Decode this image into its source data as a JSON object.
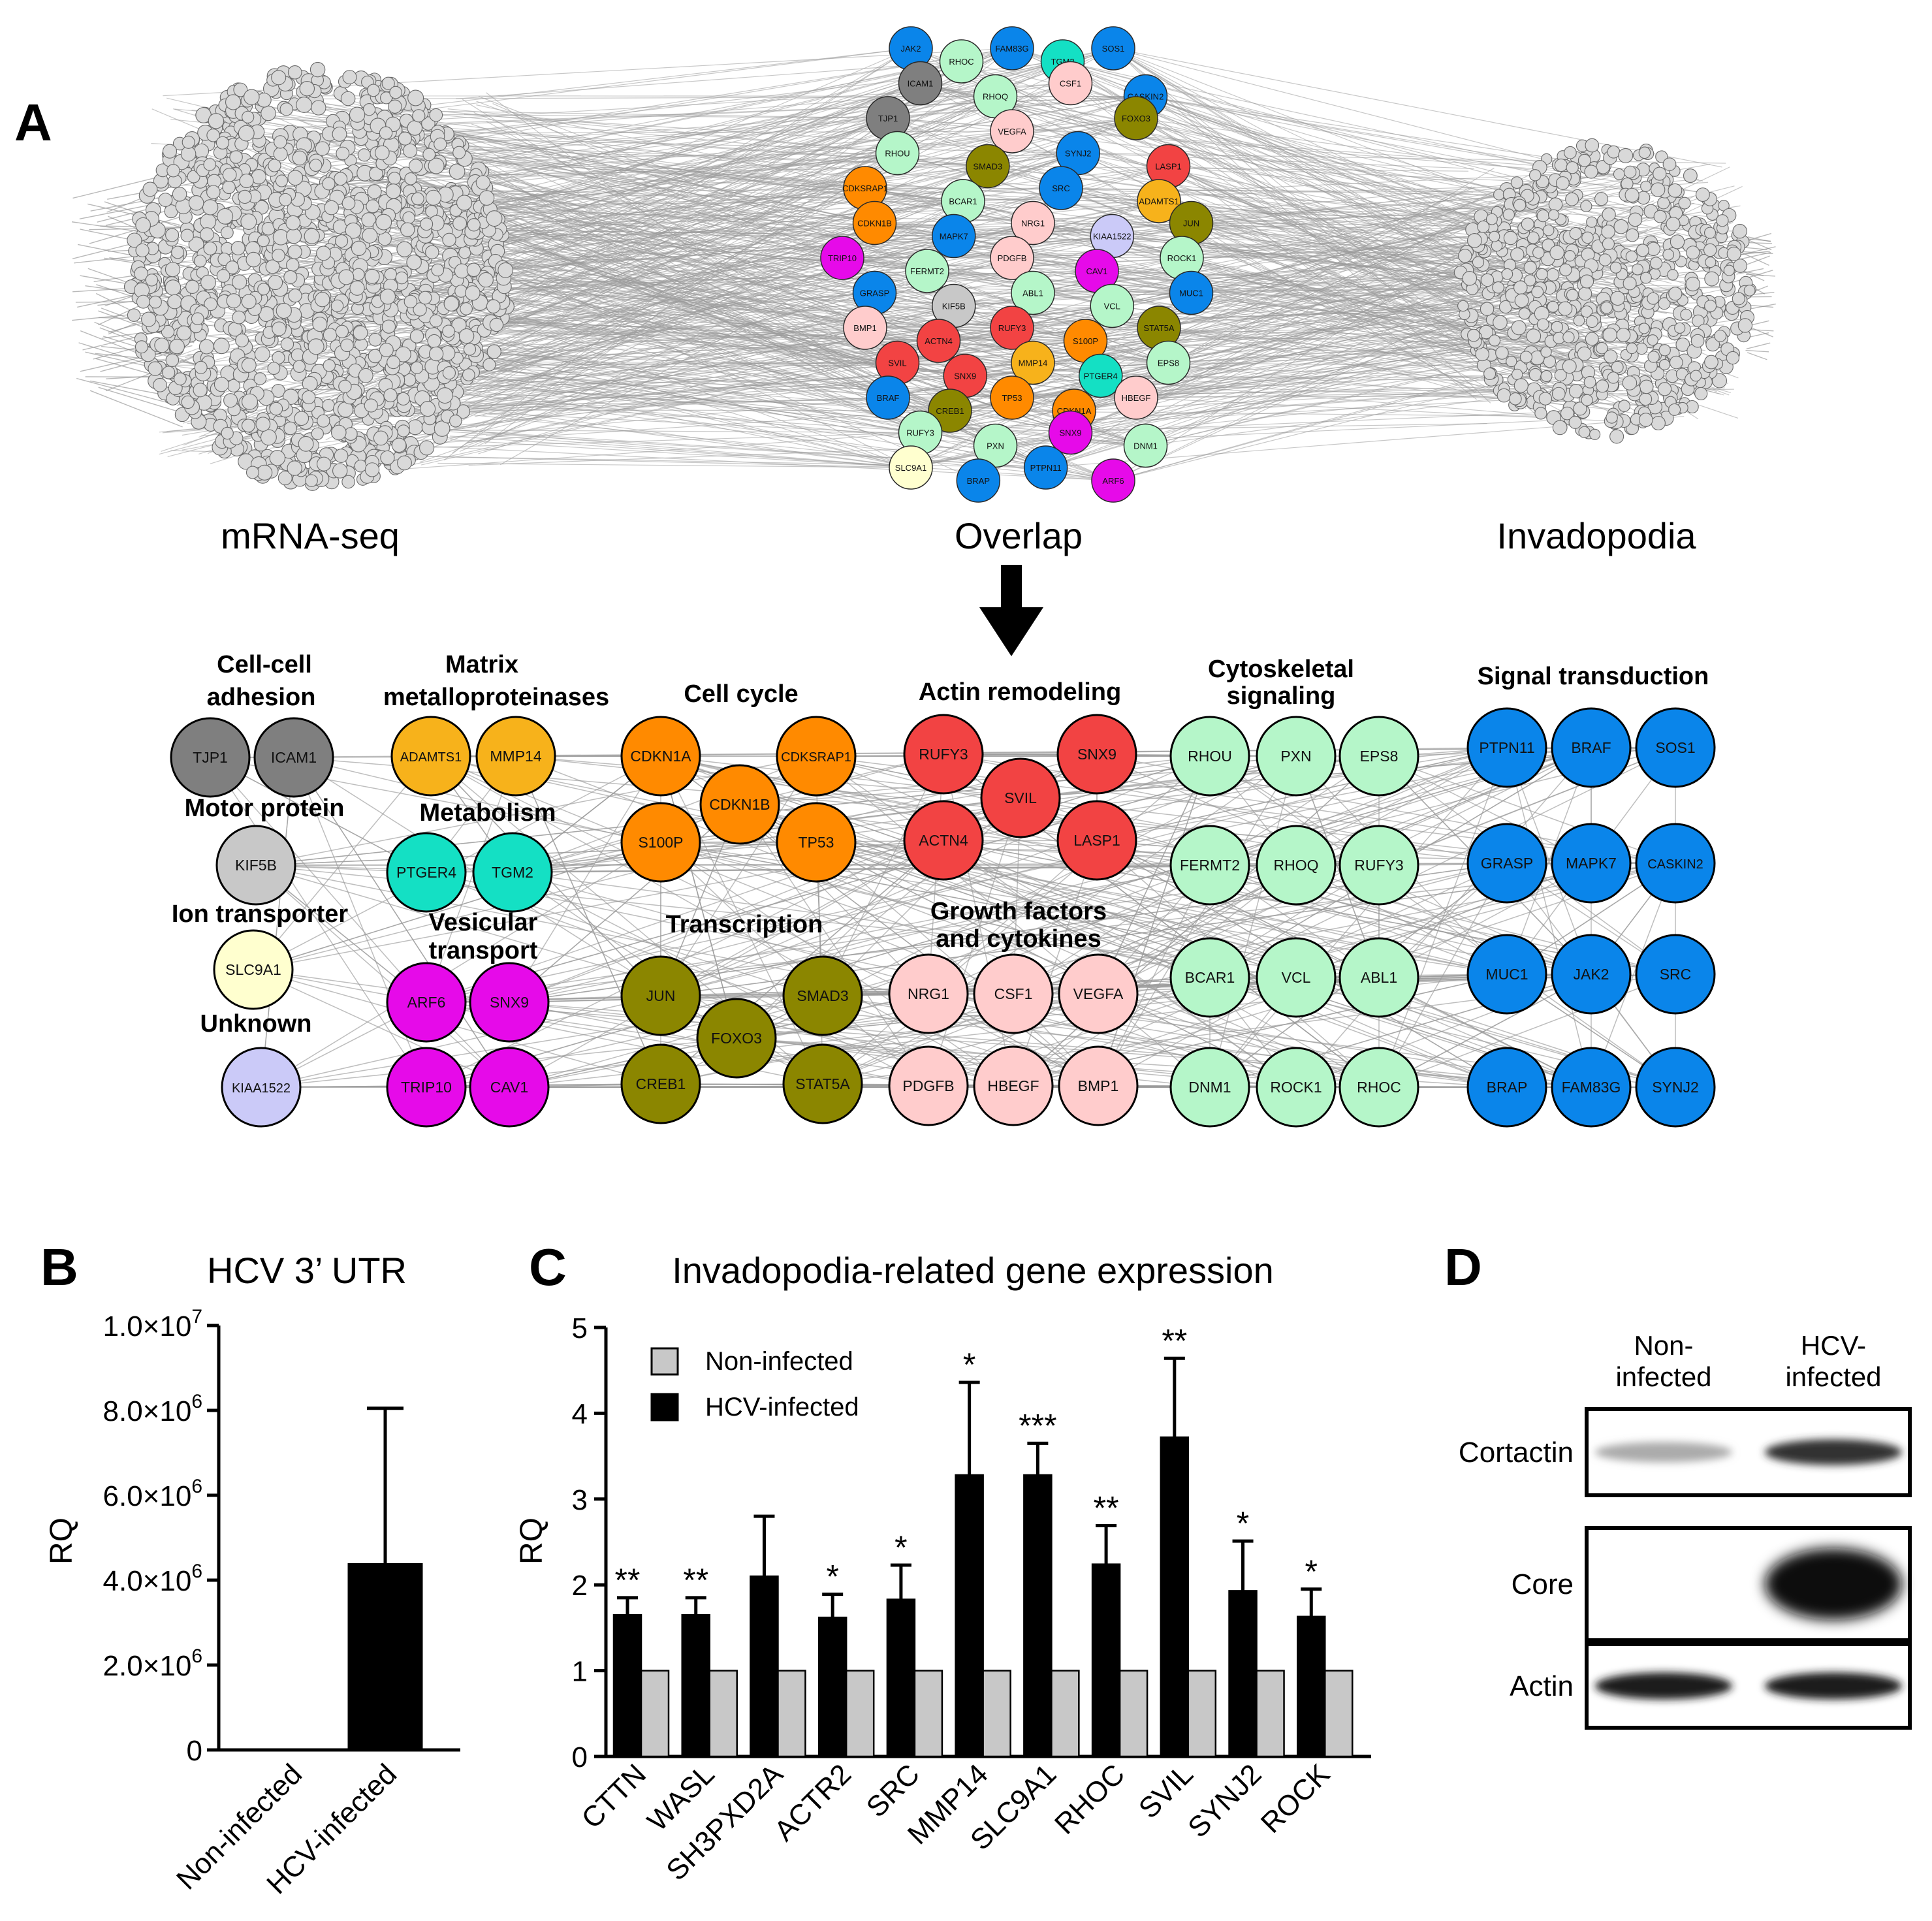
{
  "panels": {
    "A": "A",
    "B": "B",
    "C": "C",
    "D": "D"
  },
  "panelA": {
    "labels": {
      "mrna": "mRNA-seq",
      "overlap": "Overlap",
      "invadopodia": "Invadopodia"
    },
    "colors": {
      "gray_dark": "#7f7f7f",
      "gray_light": "#c8c8c8",
      "orange_yellow": "#f7b21b",
      "teal": "#14e0c4",
      "magenta": "#e60ae9",
      "yellow_light": "#ffffcf",
      "lavender": "#cbcaf8",
      "orange": "#ff8a00",
      "olive": "#8b8600",
      "red": "#f24343",
      "pink": "#ffcccc",
      "mint": "#b5f6c9",
      "blue": "#0a85ea"
    },
    "overlap_nodes": [
      {
        "name": "JAK2",
        "color": "blue"
      },
      {
        "name": "RHOC",
        "color": "mint"
      },
      {
        "name": "FAM83G",
        "color": "blue"
      },
      {
        "name": "TGM2",
        "color": "teal"
      },
      {
        "name": "SOS1",
        "color": "blue"
      },
      {
        "name": "ICAM1",
        "color": "gray_dark"
      },
      {
        "name": "RHOQ",
        "color": "mint"
      },
      {
        "name": "CSF1",
        "color": "pink"
      },
      {
        "name": "CASKIN2",
        "color": "blue"
      },
      {
        "name": "TJP1",
        "color": "gray_dark"
      },
      {
        "name": "VEGFA",
        "color": "pink"
      },
      {
        "name": "FOXO3",
        "color": "olive"
      },
      {
        "name": "RHOU",
        "color": "mint"
      },
      {
        "name": "SMAD3",
        "color": "olive"
      },
      {
        "name": "SYNJ2",
        "color": "blue"
      },
      {
        "name": "LASP1",
        "color": "red"
      },
      {
        "name": "CDKSRAP1",
        "color": "orange"
      },
      {
        "name": "BCAR1",
        "color": "mint"
      },
      {
        "name": "SRC",
        "color": "blue"
      },
      {
        "name": "ADAMTS1",
        "color": "orange_yellow"
      },
      {
        "name": "CDKN1B",
        "color": "orange"
      },
      {
        "name": "MAPK7",
        "color": "blue"
      },
      {
        "name": "NRG1",
        "color": "pink"
      },
      {
        "name": "KIAA1522",
        "color": "lavender"
      },
      {
        "name": "JUN",
        "color": "olive"
      },
      {
        "name": "TRIP10",
        "color": "magenta"
      },
      {
        "name": "FERMT2",
        "color": "mint"
      },
      {
        "name": "PDGFB",
        "color": "pink"
      },
      {
        "name": "CAV1",
        "color": "magenta"
      },
      {
        "name": "ROCK1",
        "color": "mint"
      },
      {
        "name": "GRASP",
        "color": "blue"
      },
      {
        "name": "KIF5B",
        "color": "gray_light"
      },
      {
        "name": "ABL1",
        "color": "mint"
      },
      {
        "name": "VCL",
        "color": "mint"
      },
      {
        "name": "MUC1",
        "color": "blue"
      },
      {
        "name": "BMP1",
        "color": "pink"
      },
      {
        "name": "ACTN4",
        "color": "red"
      },
      {
        "name": "RUFY3",
        "color": "red"
      },
      {
        "name": "S100P",
        "color": "orange"
      },
      {
        "name": "STAT5A",
        "color": "olive"
      },
      {
        "name": "SVIL",
        "color": "red"
      },
      {
        "name": "SNX9",
        "color": "red"
      },
      {
        "name": "MMP14",
        "color": "orange_yellow"
      },
      {
        "name": "PTGER4",
        "color": "teal"
      },
      {
        "name": "EPS8",
        "color": "mint"
      },
      {
        "name": "BRAF",
        "color": "blue"
      },
      {
        "name": "CREB1",
        "color": "olive"
      },
      {
        "name": "TP53",
        "color": "orange"
      },
      {
        "name": "CDKN1A",
        "color": "orange"
      },
      {
        "name": "HBEGF",
        "color": "pink"
      },
      {
        "name": "RUFY3",
        "color": "mint"
      },
      {
        "name": "PXN",
        "color": "mint"
      },
      {
        "name": "SNX9",
        "color": "magenta"
      },
      {
        "name": "DNM1",
        "color": "mint"
      },
      {
        "name": "SLC9A1",
        "color": "yellow_light"
      },
      {
        "name": "BRAP",
        "color": "blue"
      },
      {
        "name": "PTPN11",
        "color": "blue"
      },
      {
        "name": "ARF6",
        "color": "magenta"
      }
    ],
    "clusters": [
      {
        "title": [
          "Cell-cell",
          "adhesion"
        ],
        "nodes": [
          {
            "name": "TJP1",
            "color": "gray_dark"
          },
          {
            "name": "ICAM1",
            "color": "gray_dark"
          }
        ]
      },
      {
        "title": [
          "Motor protein"
        ],
        "nodes": [
          {
            "name": "KIF5B",
            "color": "gray_light"
          }
        ]
      },
      {
        "title": [
          "Ion transporter"
        ],
        "nodes": [
          {
            "name": "SLC9A1",
            "color": "yellow_light"
          }
        ]
      },
      {
        "title": [
          "Unknown"
        ],
        "nodes": [
          {
            "name": "KIAA1522",
            "color": "lavender"
          }
        ]
      },
      {
        "title": [
          "Matrix",
          "metalloproteinases"
        ],
        "nodes": [
          {
            "name": "ADAMTS1",
            "color": "orange_yellow"
          },
          {
            "name": "MMP14",
            "color": "orange_yellow"
          }
        ]
      },
      {
        "title": [
          "Metabolism"
        ],
        "nodes": [
          {
            "name": "PTGER4",
            "color": "teal"
          },
          {
            "name": "TGM2",
            "color": "teal"
          }
        ]
      },
      {
        "title": [
          "Vesicular",
          "transport"
        ],
        "nodes": [
          {
            "name": "ARF6",
            "color": "magenta"
          },
          {
            "name": "SNX9",
            "color": "magenta"
          },
          {
            "name": "TRIP10",
            "color": "magenta"
          },
          {
            "name": "CAV1",
            "color": "magenta"
          }
        ]
      },
      {
        "title": [
          "Cell cycle"
        ],
        "nodes": [
          {
            "name": "CDKN1A",
            "color": "orange"
          },
          {
            "name": "CDKSRAP1",
            "color": "orange"
          },
          {
            "name": "CDKN1B",
            "color": "orange"
          },
          {
            "name": "S100P",
            "color": "orange"
          },
          {
            "name": "TP53",
            "color": "orange"
          }
        ]
      },
      {
        "title": [
          "Transcription"
        ],
        "nodes": [
          {
            "name": "JUN",
            "color": "olive"
          },
          {
            "name": "SMAD3",
            "color": "olive"
          },
          {
            "name": "FOXO3",
            "color": "olive"
          },
          {
            "name": "CREB1",
            "color": "olive"
          },
          {
            "name": "STAT5A",
            "color": "olive"
          }
        ]
      },
      {
        "title": [
          "Actin remodeling"
        ],
        "nodes": [
          {
            "name": "RUFY3",
            "color": "red"
          },
          {
            "name": "SNX9",
            "color": "red"
          },
          {
            "name": "SVIL",
            "color": "red"
          },
          {
            "name": "ACTN4",
            "color": "red"
          },
          {
            "name": "LASP1",
            "color": "red"
          }
        ]
      },
      {
        "title": [
          "Growth factors",
          "and cytokines"
        ],
        "nodes": [
          {
            "name": "NRG1",
            "color": "pink"
          },
          {
            "name": "CSF1",
            "color": "pink"
          },
          {
            "name": "VEGFA",
            "color": "pink"
          },
          {
            "name": "PDGFB",
            "color": "pink"
          },
          {
            "name": "HBEGF",
            "color": "pink"
          },
          {
            "name": "BMP1",
            "color": "pink"
          }
        ]
      },
      {
        "title": [
          "Cytoskeletal",
          "signaling"
        ],
        "nodes": [
          {
            "name": "RHOU",
            "color": "mint"
          },
          {
            "name": "PXN",
            "color": "mint"
          },
          {
            "name": "EPS8",
            "color": "mint"
          },
          {
            "name": "FERMT2",
            "color": "mint"
          },
          {
            "name": "RHOQ",
            "color": "mint"
          },
          {
            "name": "RUFY3",
            "color": "mint"
          },
          {
            "name": "BCAR1",
            "color": "mint"
          },
          {
            "name": "VCL",
            "color": "mint"
          },
          {
            "name": "ABL1",
            "color": "mint"
          },
          {
            "name": "DNM1",
            "color": "mint"
          },
          {
            "name": "ROCK1",
            "color": "mint"
          },
          {
            "name": "RHOC",
            "color": "mint"
          }
        ]
      },
      {
        "title": [
          "Signal transduction"
        ],
        "nodes": [
          {
            "name": "PTPN11",
            "color": "blue"
          },
          {
            "name": "BRAF",
            "color": "blue"
          },
          {
            "name": "SOS1",
            "color": "blue"
          },
          {
            "name": "GRASP",
            "color": "blue"
          },
          {
            "name": "MAPK7",
            "color": "blue"
          },
          {
            "name": "CASKIN2",
            "color": "blue"
          },
          {
            "name": "MUC1",
            "color": "blue"
          },
          {
            "name": "JAK2",
            "color": "blue"
          },
          {
            "name": "SRC",
            "color": "blue"
          },
          {
            "name": "BRAP",
            "color": "blue"
          },
          {
            "name": "FAM83G",
            "color": "blue"
          },
          {
            "name": "SYNJ2",
            "color": "blue"
          }
        ]
      }
    ]
  },
  "chart_data": [
    {
      "type": "bar",
      "title": "HCV 3’ UTR",
      "xlabel": "",
      "ylabel": "RQ",
      "categories": [
        "Non-infected",
        "HCV-infected"
      ],
      "values": [
        0,
        4400000
      ],
      "errors": [
        0,
        3650000
      ],
      "ylim": [
        0,
        10000000
      ],
      "yticks": [
        0,
        2000000,
        4000000,
        6000000,
        8000000,
        10000000
      ],
      "ytick_labels": [
        {
          "base": "0",
          "exp": ""
        },
        {
          "base": "2.0×10",
          "exp": "6"
        },
        {
          "base": "4.0×10",
          "exp": "6"
        },
        {
          "base": "6.0×10",
          "exp": "6"
        },
        {
          "base": "8.0×10",
          "exp": "6"
        },
        {
          "base": "1.0×10",
          "exp": "7"
        }
      ],
      "bar_color": "#000000"
    },
    {
      "type": "bar",
      "title": "Invadopodia-related gene expression",
      "xlabel": "",
      "ylabel": "RQ",
      "categories": [
        "CTTN",
        "WASL",
        "SH3PXD2A",
        "ACTR2",
        "SRC",
        "MMP14",
        "SLC9A1",
        "RHOC",
        "SVIL",
        "SYNJ2",
        "ROCK"
      ],
      "series": [
        {
          "name": "HCV-infected",
          "color": "#000000",
          "values": [
            1.65,
            1.65,
            2.1,
            1.62,
            1.83,
            3.28,
            3.28,
            2.24,
            3.72,
            1.93,
            1.63
          ],
          "errors": [
            0.2,
            0.2,
            0.7,
            0.27,
            0.4,
            1.08,
            0.37,
            0.45,
            0.92,
            0.58,
            0.32
          ]
        },
        {
          "name": "Non-infected",
          "color": "#c8c8c8",
          "values": [
            1,
            1,
            1,
            1,
            1,
            1,
            1,
            1,
            1,
            1,
            1
          ],
          "errors": [
            0,
            0,
            0,
            0,
            0,
            0,
            0,
            0,
            0,
            0,
            0
          ]
        }
      ],
      "significance": [
        "**",
        "**",
        "",
        "*",
        "*",
        "*",
        "***",
        "**",
        "**",
        "*",
        "*"
      ],
      "legend": [
        "Non-infected",
        "HCV-infected"
      ],
      "legend_position": "top-left",
      "ylim": [
        0,
        5
      ],
      "yticks": [
        0,
        1,
        2,
        3,
        4,
        5
      ]
    }
  ],
  "panelD": {
    "columns": [
      "Non-\ninfected",
      "HCV-\ninfected"
    ],
    "rows": [
      {
        "label": "Cortactin",
        "bands": [
          0.35,
          0.85
        ]
      },
      {
        "label": "Core",
        "bands": [
          0.0,
          1.0
        ]
      },
      {
        "label": "Actin",
        "bands": [
          0.95,
          0.95
        ]
      }
    ]
  }
}
